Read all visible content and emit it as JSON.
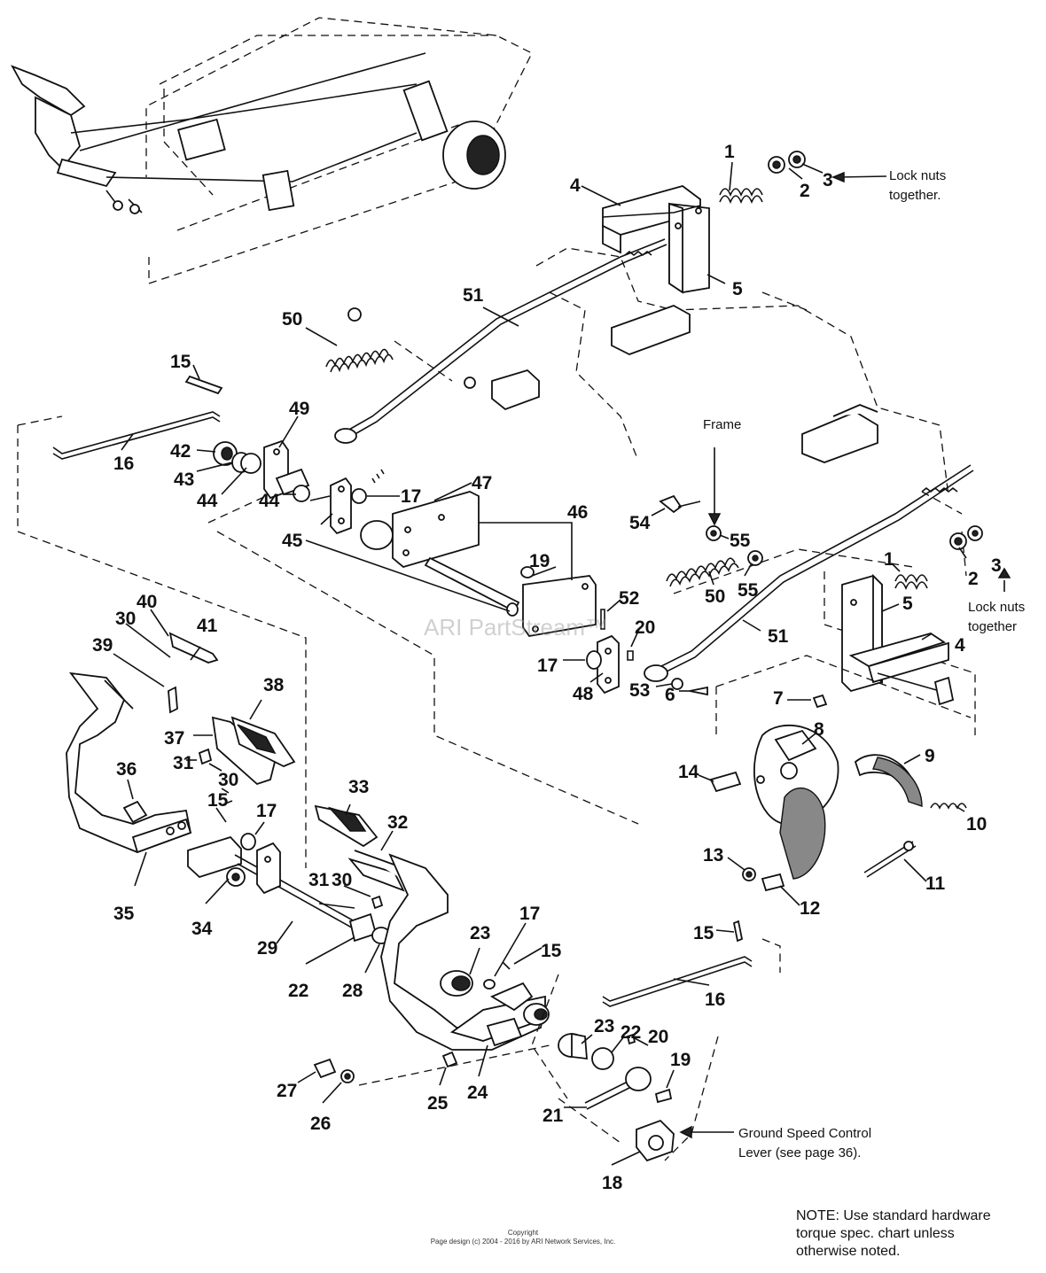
{
  "watermark": "ARI PartStream™",
  "copyright": {
    "line1": "Copyright",
    "line2": "Page design (c) 2004 - 2016 by ARI Network Services, Inc."
  },
  "note": {
    "line1": "NOTE: Use standard hardware",
    "line2": "torque spec. chart unless",
    "line3": "otherwise noted."
  },
  "annotations": {
    "lock_nuts_top_1": "Lock nuts",
    "lock_nuts_top_2": "together.",
    "lock_nuts_right_1": "Lock nuts",
    "lock_nuts_right_2": "together",
    "frame": "Frame",
    "ground_speed_1": "Ground Speed Control",
    "ground_speed_2": "Lever (see page 36)."
  },
  "callouts": [
    {
      "id": "c1a",
      "label": "1"
    },
    {
      "id": "c2a",
      "label": "2"
    },
    {
      "id": "c3a",
      "label": "3"
    },
    {
      "id": "c4a",
      "label": "4"
    },
    {
      "id": "c5a",
      "label": "5"
    },
    {
      "id": "c51a",
      "label": "51"
    },
    {
      "id": "c50a",
      "label": "50"
    },
    {
      "id": "c15a",
      "label": "15"
    },
    {
      "id": "c49",
      "label": "49"
    },
    {
      "id": "c16a",
      "label": "16"
    },
    {
      "id": "c42",
      "label": "42"
    },
    {
      "id": "c43",
      "label": "43"
    },
    {
      "id": "c44a",
      "label": "44"
    },
    {
      "id": "c44b",
      "label": "44"
    },
    {
      "id": "c17a",
      "label": "17"
    },
    {
      "id": "c45",
      "label": "45"
    },
    {
      "id": "c47",
      "label": "47"
    },
    {
      "id": "c46",
      "label": "46"
    },
    {
      "id": "c19a",
      "label": "19"
    },
    {
      "id": "c52",
      "label": "52"
    },
    {
      "id": "c20a",
      "label": "20"
    },
    {
      "id": "c17b",
      "label": "17"
    },
    {
      "id": "c48",
      "label": "48"
    },
    {
      "id": "c54",
      "label": "54"
    },
    {
      "id": "c55a",
      "label": "55"
    },
    {
      "id": "c55b",
      "label": "55"
    },
    {
      "id": "c50b",
      "label": "50"
    },
    {
      "id": "c51b",
      "label": "51"
    },
    {
      "id": "c1b",
      "label": "1"
    },
    {
      "id": "c2b",
      "label": "2"
    },
    {
      "id": "c3b",
      "label": "3"
    },
    {
      "id": "c5b",
      "label": "5"
    },
    {
      "id": "c4b",
      "label": "4"
    },
    {
      "id": "c53",
      "label": "53"
    },
    {
      "id": "c6",
      "label": "6"
    },
    {
      "id": "c7",
      "label": "7"
    },
    {
      "id": "c8",
      "label": "8"
    },
    {
      "id": "c9",
      "label": "9"
    },
    {
      "id": "c10",
      "label": "10"
    },
    {
      "id": "c14",
      "label": "14"
    },
    {
      "id": "c13",
      "label": "13"
    },
    {
      "id": "c12",
      "label": "12"
    },
    {
      "id": "c11",
      "label": "11"
    },
    {
      "id": "c40",
      "label": "40"
    },
    {
      "id": "c30a",
      "label": "30"
    },
    {
      "id": "c41",
      "label": "41"
    },
    {
      "id": "c39",
      "label": "39"
    },
    {
      "id": "c38",
      "label": "38"
    },
    {
      "id": "c37",
      "label": "37"
    },
    {
      "id": "c31a",
      "label": "31"
    },
    {
      "id": "c30b",
      "label": "30"
    },
    {
      "id": "c36",
      "label": "36"
    },
    {
      "id": "c15b",
      "label": "15"
    },
    {
      "id": "c17c",
      "label": "17"
    },
    {
      "id": "c35",
      "label": "35"
    },
    {
      "id": "c34",
      "label": "34"
    },
    {
      "id": "c33",
      "label": "33"
    },
    {
      "id": "c32",
      "label": "32"
    },
    {
      "id": "c31b",
      "label": "31"
    },
    {
      "id": "c30c",
      "label": "30"
    },
    {
      "id": "c29",
      "label": "29"
    },
    {
      "id": "c22a",
      "label": "22"
    },
    {
      "id": "c28",
      "label": "28"
    },
    {
      "id": "c23a",
      "label": "23"
    },
    {
      "id": "c17d",
      "label": "17"
    },
    {
      "id": "c15c",
      "label": "15"
    },
    {
      "id": "c15d",
      "label": "15"
    },
    {
      "id": "c16b",
      "label": "16"
    },
    {
      "id": "c23b",
      "label": "23"
    },
    {
      "id": "c22b",
      "label": "22"
    },
    {
      "id": "c20b",
      "label": "20"
    },
    {
      "id": "c19b",
      "label": "19"
    },
    {
      "id": "c27",
      "label": "27"
    },
    {
      "id": "c26",
      "label": "26"
    },
    {
      "id": "c25",
      "label": "25"
    },
    {
      "id": "c24",
      "label": "24"
    },
    {
      "id": "c21",
      "label": "21"
    },
    {
      "id": "c18",
      "label": "18"
    }
  ]
}
